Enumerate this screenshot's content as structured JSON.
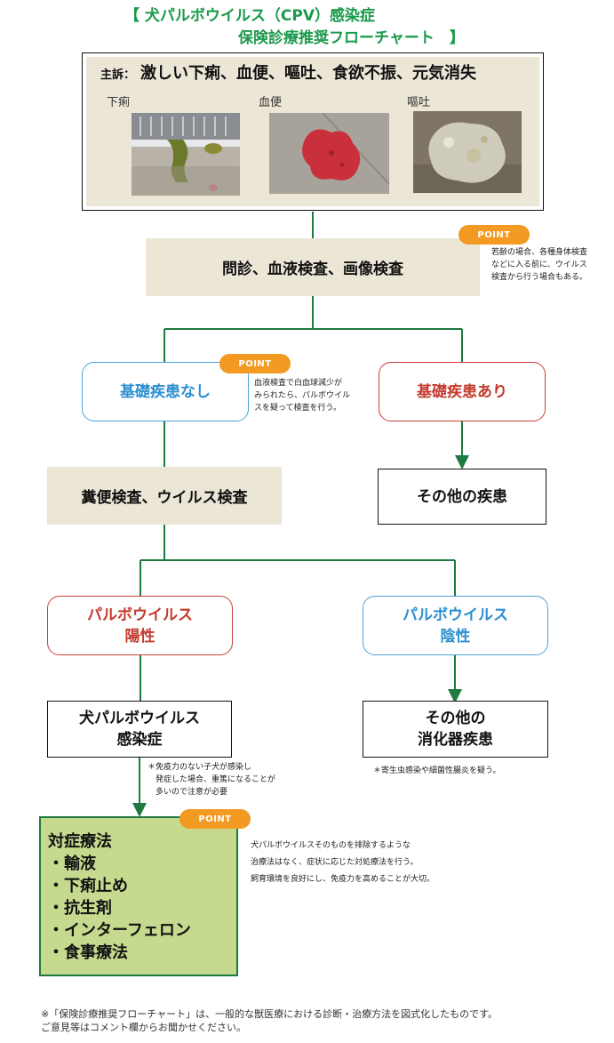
{
  "title": {
    "line1": "【 犬パルボウイルス（CPV）感染症",
    "line2": "保険診療推奨フローチャート　】"
  },
  "complaint": {
    "label": "主訴：",
    "text": "激しい下痢、血便、嘔吐、食欲不振、元気消失",
    "photos": [
      {
        "label": "下痢"
      },
      {
        "label": "血便"
      },
      {
        "label": "嘔吐"
      }
    ]
  },
  "step1": {
    "text": "問診、血液検査、画像検査"
  },
  "point_label": "POINT",
  "notes": {
    "step1": [
      "若齢の場合、各種身体検査",
      "などに入る前に、ウイルス",
      "検査から行う場合もある。"
    ],
    "no_disease": [
      "血液検査で白血球減少が",
      "みられたら、パルボウイル",
      "スを疑って検査を行う。"
    ],
    "positive": [
      "＊免疫力のない子犬が感染し",
      "　発症した場合、重篤になることが",
      "　多いので注意が必要"
    ],
    "negative": "＊寄生虫感染や細菌性腸炎を疑う。",
    "treatment": [
      "犬パルボウイルスそのものを排除するような",
      "治療法はなく、症状に応じた対処療法を行う。",
      "飼育環境を良好にし、免疫力を高めることが大切。"
    ]
  },
  "branch": {
    "no_disease": "基礎疾患なし",
    "has_disease": "基礎疾患あり"
  },
  "step2": {
    "text": "糞便検査、ウイルス検査"
  },
  "other_disease": {
    "text": "その他の疾患"
  },
  "result": {
    "positive": [
      "パルボウイルス",
      "陽性"
    ],
    "negative": [
      "パルボウイルス",
      "陰性"
    ]
  },
  "diagnosis": {
    "cpv": [
      "犬パルボウイルス",
      "感染症"
    ],
    "other": [
      "その他の",
      "消化器疾患"
    ]
  },
  "treatment": {
    "title": "対症療法",
    "items": [
      "・輸液",
      "・下痢止め",
      "・抗生剤",
      "・インターフェロン",
      "・食事療法"
    ]
  },
  "footnote": [
    "※「保険診療推奨フローチャート」は、一般的な獣医療における診断・治療方法を図式化したものです。",
    "ご意見等はコメント欄からお聞かせください。"
  ],
  "colors": {
    "accent": "#1a9a4a",
    "line": "#1e7a40",
    "point": "#f39a22",
    "beige": "#ece6d7",
    "treat_bg": "#c5da8e",
    "blue": "#2c8fd0",
    "red": "#c33a2e"
  }
}
